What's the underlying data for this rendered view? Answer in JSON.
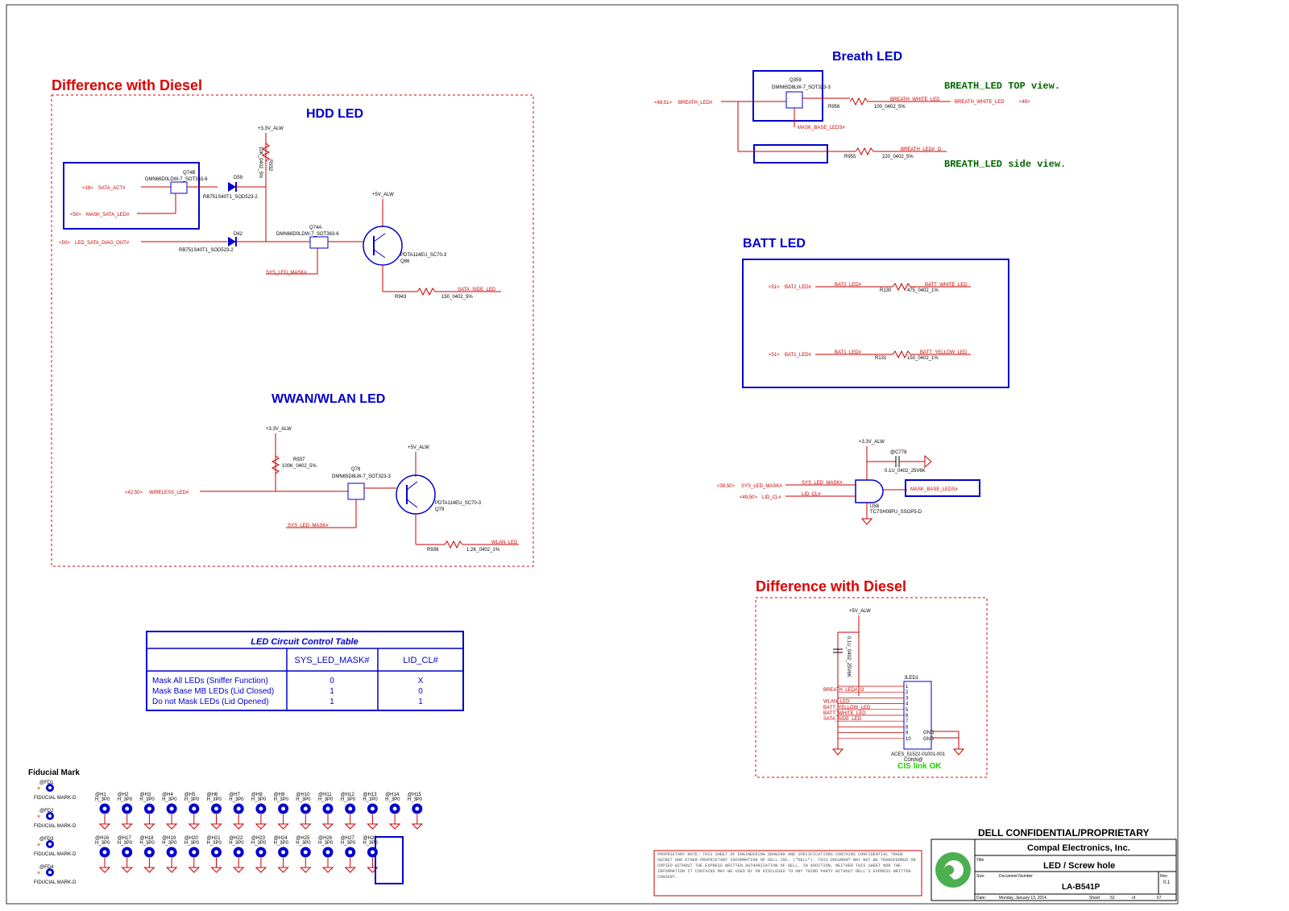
{
  "titles": {
    "diff_top": "Difference with Diesel",
    "diff_bottom": "Difference with Diesel",
    "hdd": "HDD LED",
    "wwan": "WWAN/WLAN  LED",
    "breath": "Breath LED",
    "batt": "BATT LED",
    "fiducial": "Fiducial Mark",
    "breath_top": "BREATH_LED TOP view.",
    "breath_side": "BREATH_LED side view.",
    "cis": "CIS link OK"
  },
  "hdd": {
    "pwr": "+3.3V_ALW",
    "pwr5": "+5V_ALW",
    "q74b": "Q74B",
    "q74b_part": "DMN66D0LDW-7_SOT363-6",
    "q74a": "Q74A",
    "q74a_part": "DMN66D0LDW-7_SOT363-6",
    "sata_act": "SATA_ACT#",
    "sata_act_ref": "<18>",
    "mask_sata": "MASK_SATA_LED#",
    "mask_sata_ref": "<50>",
    "diag": "LED_SATA_DIAG_OUT#",
    "diag_ref": "<50>",
    "d59": "D59",
    "d59_part": "RB751S40T1_SOD523-2",
    "d62": "D62",
    "d62_part": "RB751S40T1_SOD523-2",
    "r932": "R932",
    "r932_val": "10K_0402_5%",
    "sys_mask": "SYS_LED_MASK#",
    "q86": "Q86",
    "q86_part": "PDTA114EU_SC70-3",
    "r943": "R943",
    "r943_val": "150_0402_5%",
    "out": "SATA_SIDE_LED"
  },
  "wwan": {
    "pwr": "+3.3V_ALW",
    "pwr5": "+5V_ALW",
    "r937": "R937",
    "r937_val": "100K_0402_5%",
    "q78": "Q78",
    "q78_part": "DMN65D8LW-7_SOT323-3",
    "wireless": "WIRELESS_LED#",
    "wireless_ref": "<42,50>",
    "sys_mask": "SYS_LED_MASK#",
    "q79": "Q79",
    "q79_part": "PDTA114EU_SC70-3",
    "r939": "R939",
    "r939_val": "1.2K_0402_1%",
    "out": "WLAN_LED"
  },
  "breath": {
    "q359": "Q359",
    "q359_part": "DMN65D8LW-7_SOT323-3",
    "in": "BREATH_LED#",
    "in_ref": "<48,51>",
    "r956": "R956",
    "r956_val": "100_0402_5%",
    "out_white": "BREATH_WHITE_LED",
    "out_ref": "<49>",
    "mask_base": "MASK_BASE_LEDS#",
    "r955": "R955",
    "r955_val": "220_0402_5%",
    "out_o": "BREATH_LED#_O"
  },
  "batt": {
    "bat2": "BAT2_LED#",
    "bat2_ref": "<51>",
    "r130": "R130",
    "r130_val": "475_0402_1%",
    "bat_white": "BATT_WHITE_LED",
    "bat1": "BAT1_LED#",
    "bat1_ref": "<51>",
    "r131": "R131",
    "r131_val": "150_0402_1%",
    "bat_yellow": "BATT_YELLOW_LED"
  },
  "gate": {
    "pwr": "+3.3V_ALW",
    "c778": "@C778",
    "c778_val": "0.1U_0402_25V6K",
    "sys_mask": "SYS_LED_MASK#",
    "sys_ref": "<39,50>",
    "lid": "LID_CL#",
    "lid_ref": "<49,50>",
    "u58": "U58",
    "u58_part": "TC7SH08FU_SSOP5-D",
    "out": "MASK_BASE_LEDS#"
  },
  "conn": {
    "pwr": "+5V_ALW",
    "cap_val": "0.1U_0402_25V6K",
    "jled": "JLED1",
    "part": "ACES_51522-01001-001",
    "conn": "CONN@",
    "nets": [
      "BREATH_LED#_O",
      "",
      "WLAN_LED",
      "BATT_YELLOW_LED",
      "BATT_WHITE_LED",
      "SATA_SIDE_LED"
    ],
    "gnd": "GND"
  },
  "table": {
    "title": "LED Circuit Control Table",
    "col1": "SYS_LED_MASK#",
    "col2": "LID_CL#",
    "rows": [
      {
        "label": "Mask All LEDs (Sniffer Function)",
        "a": "0",
        "b": "X"
      },
      {
        "label": "Mask Base MB LEDs (Lid Closed)",
        "a": "1",
        "b": "0"
      },
      {
        "label": "Do not Mask LEDs (Lid Opened)",
        "a": "1",
        "b": "1"
      }
    ]
  },
  "fiducial": {
    "marks": [
      "@FD1",
      "@FD2",
      "@FD3",
      "@FD4"
    ],
    "mark_part": "FIDUCIAL MARK-D",
    "holes_row1": [
      "@H1",
      "@H2",
      "@H3",
      "@H4",
      "@H5",
      "@H6",
      "@H7",
      "@H8",
      "@H9",
      "@H10",
      "@H11",
      "@H12",
      "@H13",
      "@H14",
      "@H15"
    ],
    "holes_row2": [
      "@H16",
      "@H17",
      "@H18",
      "@H19",
      "@H20",
      "@H21",
      "@H22",
      "@H23",
      "@H24",
      "@H25",
      "@H26",
      "@H27",
      "@H28"
    ],
    "hole_part": "H_3P0"
  },
  "titleblock": {
    "confidential": "DELL CONFIDENTIAL/PROPRIETARY",
    "company": "Compal Electronics, Inc.",
    "title_label": "Title",
    "title": "LED / Screw hole",
    "size_label": "Size",
    "docnum_label": "Document Number",
    "rev_label": "Rev",
    "docnum": "LA-B541P",
    "rev": "0.1",
    "date_label": "Date:",
    "date": "Monday, January 13, 2014",
    "sheet_label": "Sheet",
    "sheet": "52",
    "of": "of",
    "total": "67",
    "note": "PROPRIETARY NOTE: THIS SHEET OF ENGINEERING DRAWING AND SPECIFICATIONS CONTAINS CONFIDENTIAL TRADE SECRET AND OTHER PROPRIETARY INFORMATION OF DELL INC. (\"DELL\"). THIS DOCUMENT MAY NOT BE TRANSFERRED OR COPIED WITHOUT THE EXPRESS WRITTEN AUTHORIZATION OF DELL. IN ADDITION, NEITHER THIS SHEET NOR THE INFORMATION IT CONTAINS MAY BE USED BY OR DISCLOSED TO ANY THIRD PARTY WITHOUT DELL'S EXPRESS WRITTEN CONSENT."
  },
  "colors": {
    "blue": "#0000cc",
    "red": "#cc0000",
    "darkred": "#aa0000",
    "green": "#006600",
    "lime": "#22cc00"
  }
}
